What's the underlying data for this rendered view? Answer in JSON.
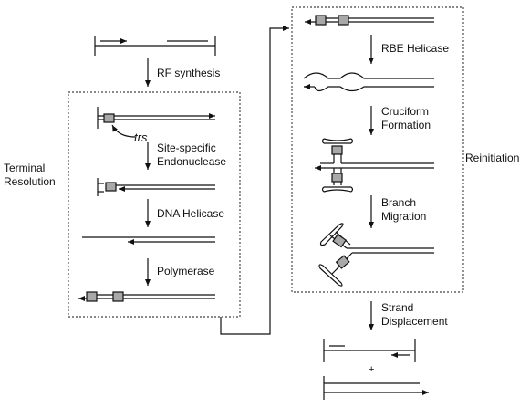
{
  "labels": {
    "rf_synthesis": "RF synthesis",
    "trs": "trs",
    "site_specific_1": "Site-specific",
    "site_specific_2": "Endonuclease",
    "dna_helicase": "DNA Helicase",
    "polymerase": "Polymerase",
    "terminal_1": "Terminal",
    "terminal_2": "Resolution",
    "rbe_helicase": "RBE Helicase",
    "cruciform_1": "Cruciform",
    "cruciform_2": "Formation",
    "reinitiation": "Reinitiation",
    "branch_1": "Branch",
    "branch_2": "Migration",
    "strand_1": "Strand",
    "strand_2": "Displacement",
    "plus": "+"
  },
  "colors": {
    "line": "#111111",
    "box_fill": "#a8a8a8",
    "frame_dash": "#333333"
  }
}
